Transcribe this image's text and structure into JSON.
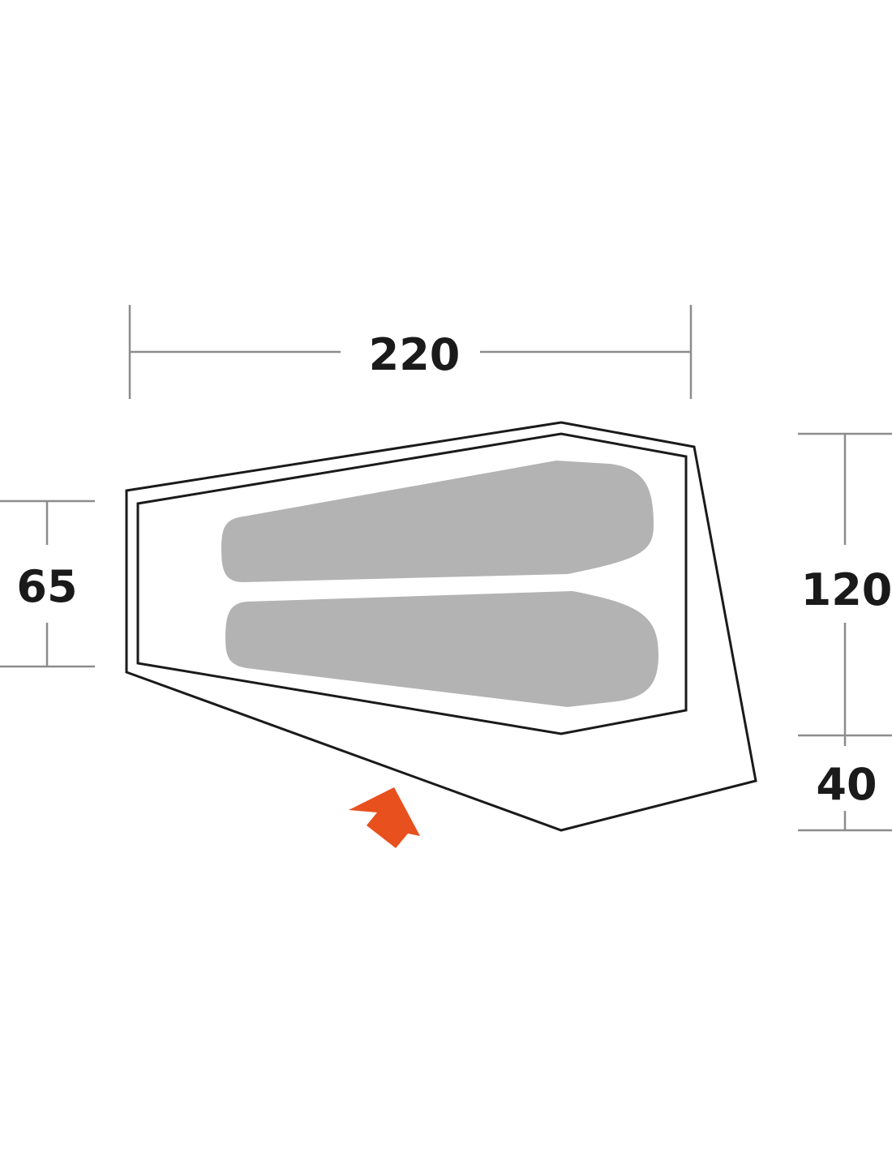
{
  "diagram": {
    "type": "tent floor plan",
    "dimensions": {
      "length": "220",
      "narrow_end_width": "65",
      "inner_width": "120",
      "vestibule_depth": "40"
    },
    "sleeping_pads": 2,
    "entrance_marker": "arrow-icon",
    "colors": {
      "outline": "#1a1a1a",
      "dimension_lines": "#8c8c8c",
      "pad_fill": "#b3b3b3",
      "entrance_arrow": "#e8501e"
    }
  }
}
